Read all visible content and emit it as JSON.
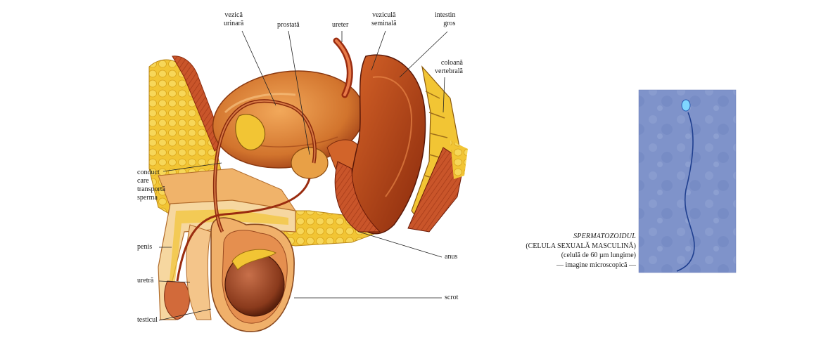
{
  "anatomy_labels": {
    "vezica": [
      "vezică",
      "urinară"
    ],
    "prostata": "prostată",
    "ureter": "ureter",
    "vezicula": [
      "veziculă",
      "seminală"
    ],
    "intestin": [
      "intestin",
      "gros"
    ],
    "coloana": [
      "coloană",
      "vertebrală"
    ],
    "conduct": [
      "conduct",
      "care",
      "transportă",
      "sperma"
    ],
    "penis": "penis",
    "uretra": "uretră",
    "testicul": "testicul",
    "anus": "anus",
    "scrot": "scrot"
  },
  "caption": {
    "title": "SPERMATOZOIDUL",
    "line2": "(CELULA SEXUALĂ MASCULINĂ)",
    "line3": "(celulă de 60 µm lungime)",
    "line4": "— imagine microscopică —"
  },
  "colors": {
    "fat": "#f2c534",
    "muscle": "#c8501e",
    "organ": "#d9762f",
    "pale": "#f6d7a0",
    "micro_bg": "#7e92c9",
    "micro_cell": "#1f3f8f"
  }
}
